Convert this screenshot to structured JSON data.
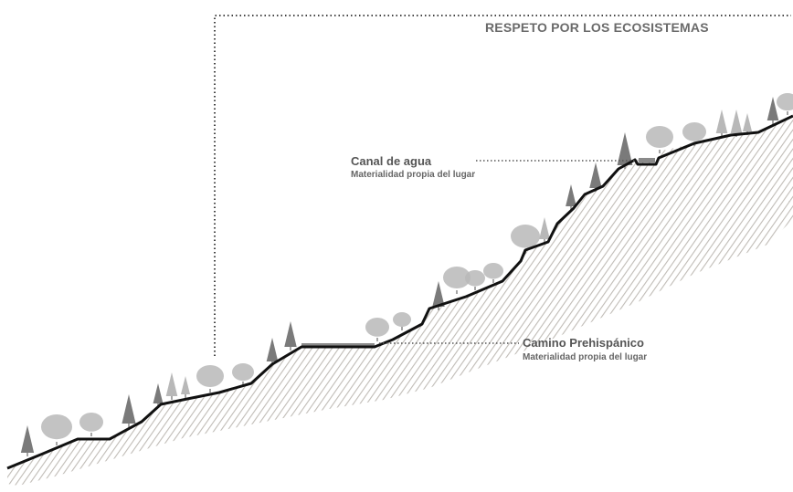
{
  "heading": "RESPETO POR LOS ECOSISTEMAS",
  "annotations": {
    "canal": {
      "title": "Canal de agua",
      "subtitle": "Materialidad propia del lugar"
    },
    "camino": {
      "title": "Camino Prehispánico",
      "subtitle": "Materialidad propia del lugar"
    }
  },
  "colors": {
    "terrain_line": "#111111",
    "hatch": "#bdb8b3",
    "tree_dark": "#7a7a7a",
    "tree_light": "#b8b8b8",
    "leader": "#666666"
  }
}
